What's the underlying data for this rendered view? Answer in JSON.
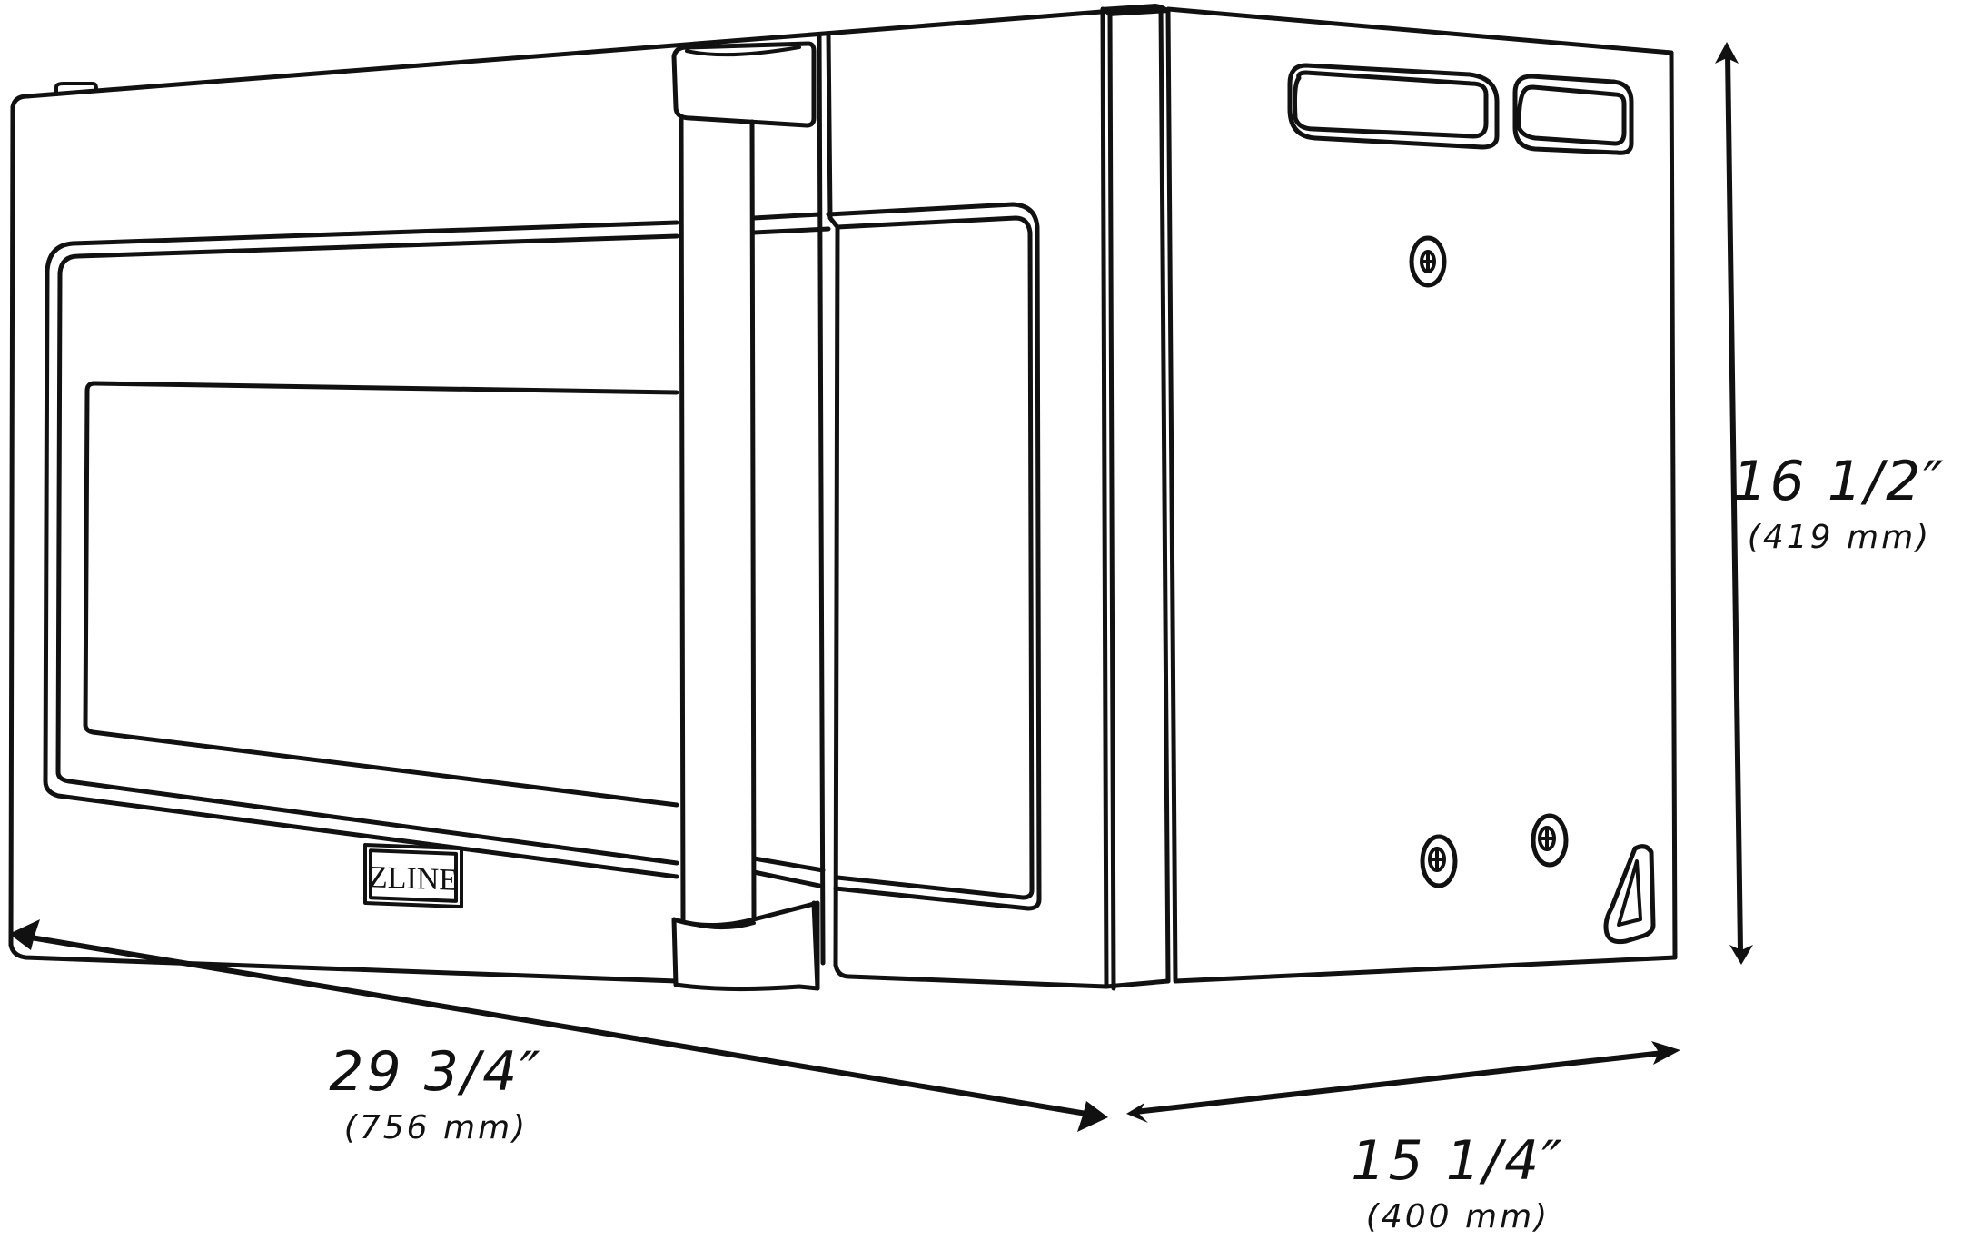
{
  "product": {
    "brand_badge": "ZLINE",
    "type": "over-the-range microwave line drawing"
  },
  "dimensions": {
    "width": {
      "imperial": "29 3/4″",
      "metric": "(756 mm)"
    },
    "depth": {
      "imperial": "15 1/4″",
      "metric": "(400 mm)"
    },
    "height": {
      "imperial": "16 1/2″",
      "metric": "(419 mm)"
    }
  },
  "colors": {
    "line": "#111111",
    "background": "#ffffff"
  }
}
